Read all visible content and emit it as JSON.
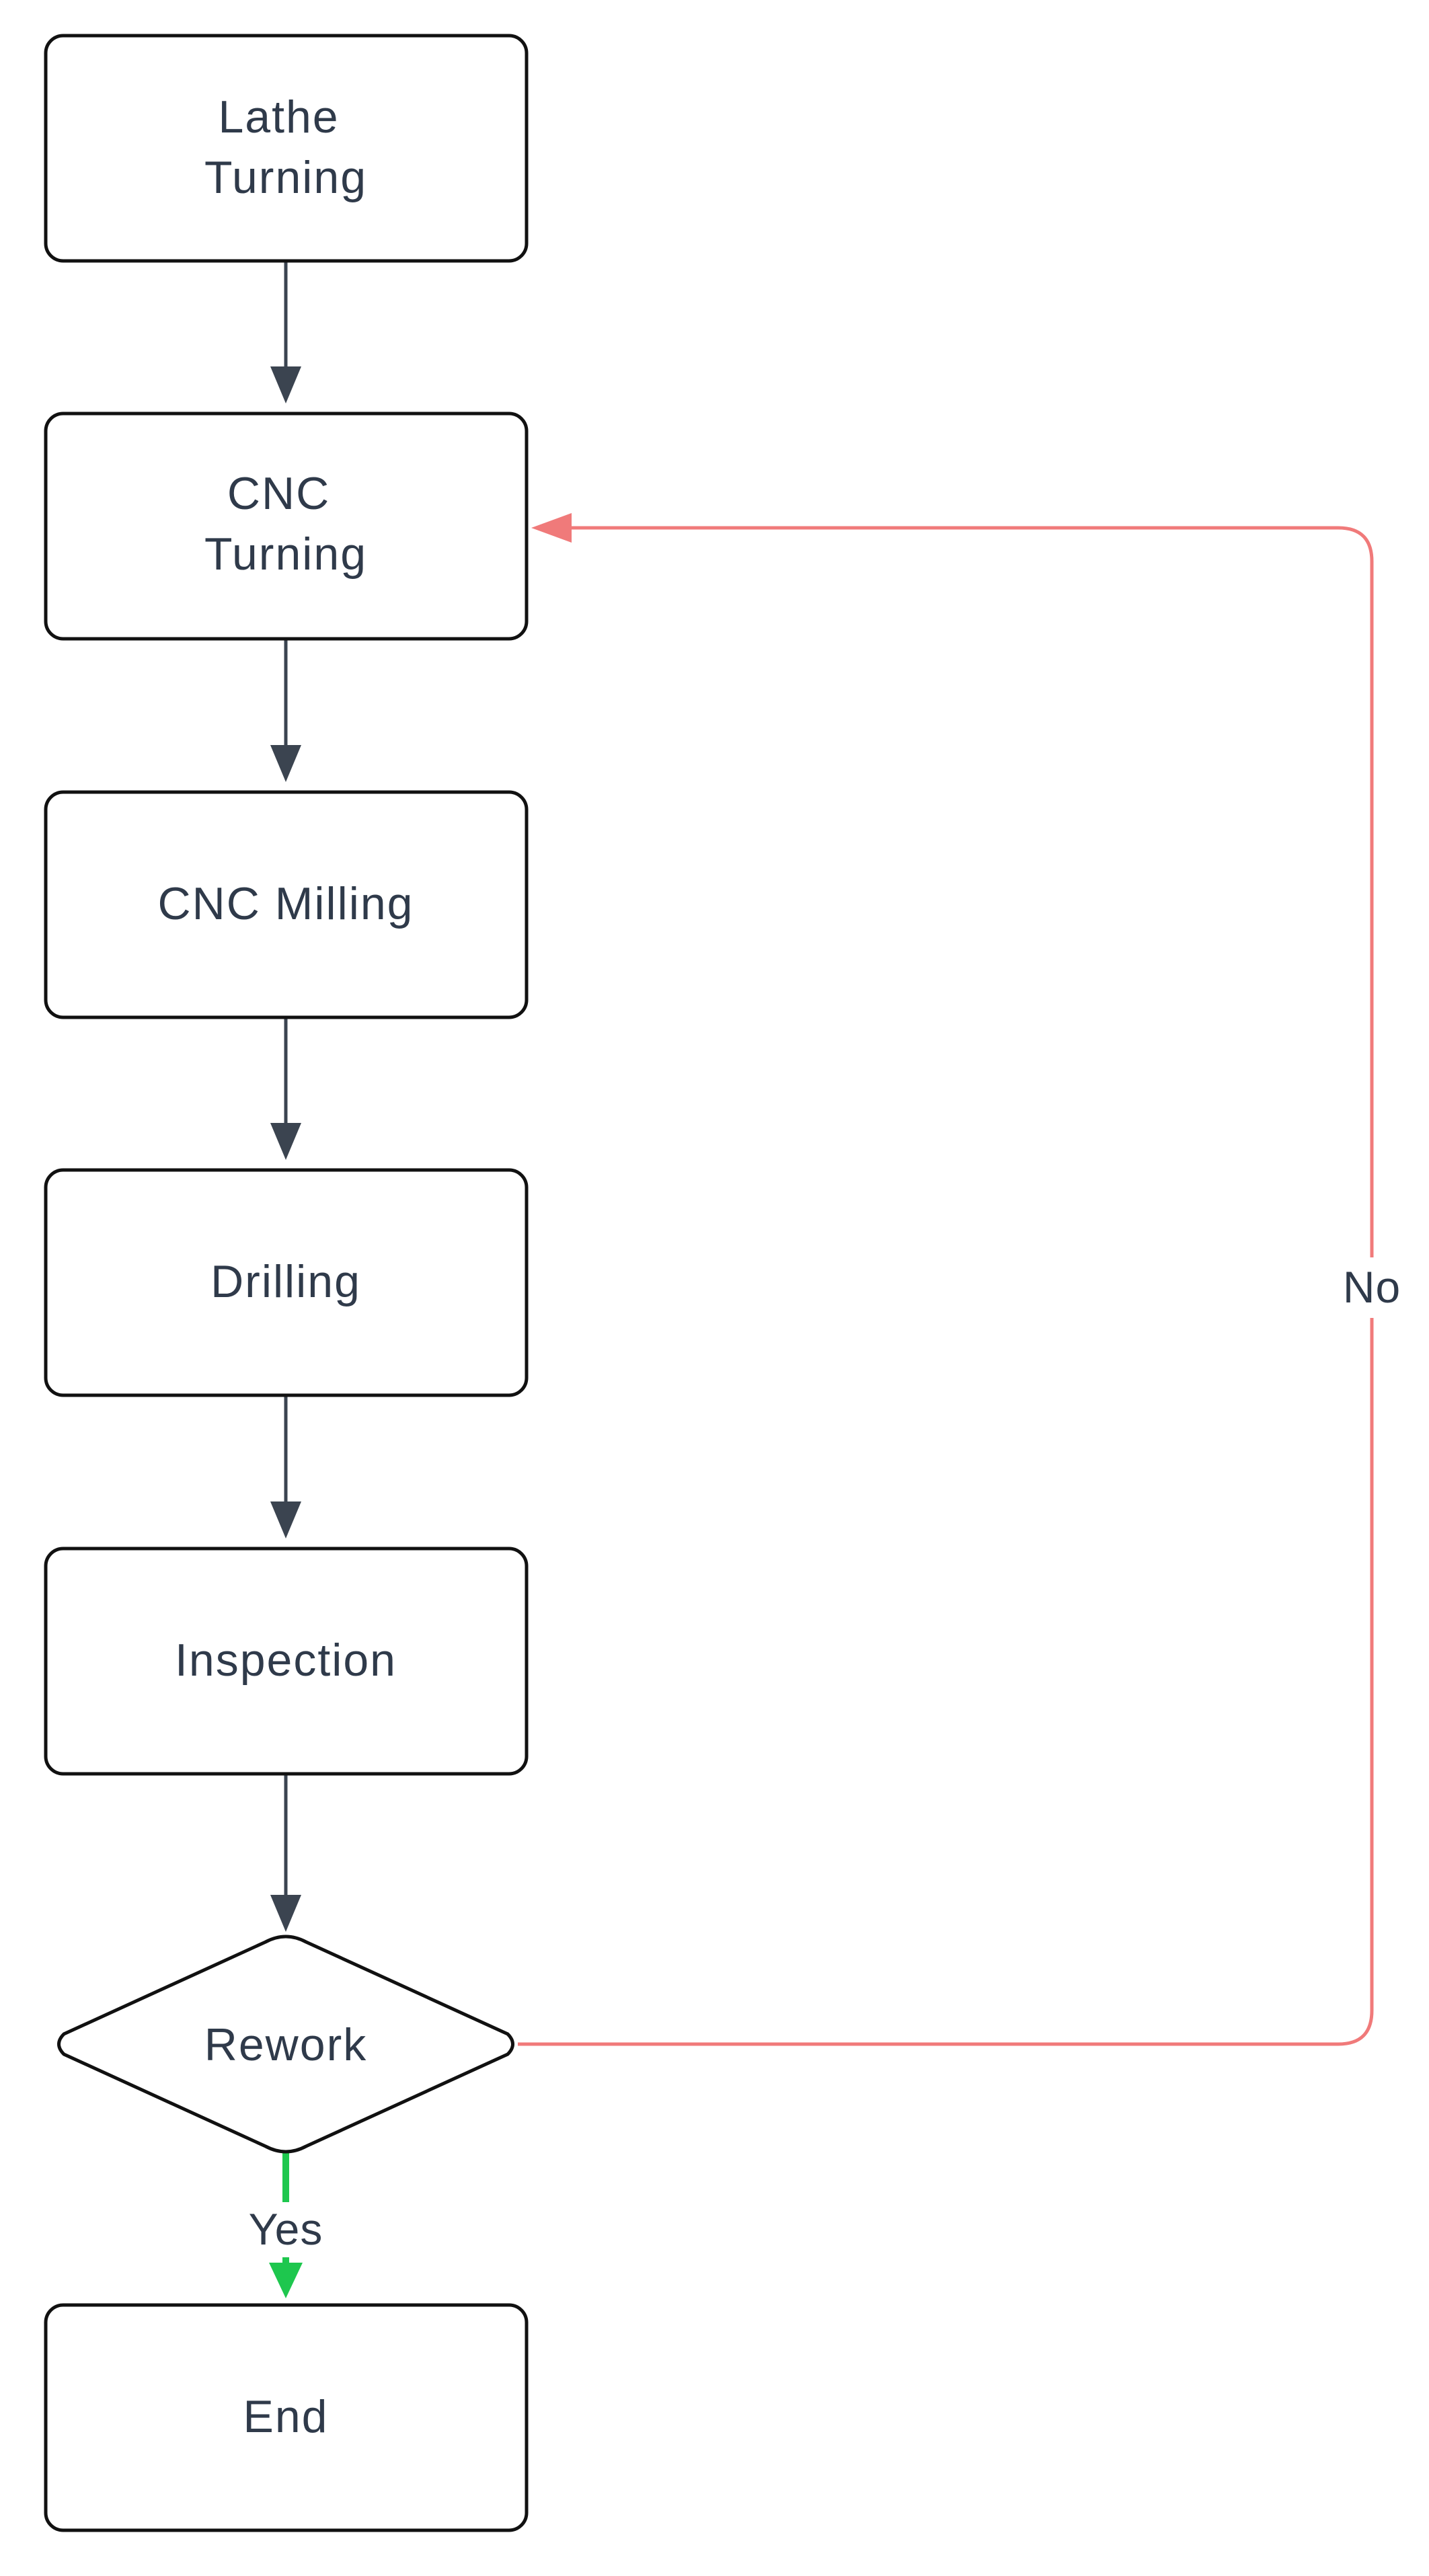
{
  "nodes": {
    "lathe_turning": {
      "lines": [
        "Lathe",
        "Turning"
      ]
    },
    "cnc_turning": {
      "lines": [
        "CNC",
        "Turning"
      ]
    },
    "cnc_milling": {
      "lines": [
        "CNC Milling"
      ]
    },
    "drilling": {
      "lines": [
        "Drilling"
      ]
    },
    "inspection": {
      "lines": [
        "Inspection"
      ]
    },
    "rework": {
      "label": "Rework"
    },
    "end": {
      "lines": [
        "End"
      ]
    }
  },
  "edges": {
    "rework_yes": {
      "label": "Yes",
      "target": "end"
    },
    "rework_no": {
      "label": "No",
      "target": "cnc_turning"
    }
  },
  "colors": {
    "node_stroke": "#111111",
    "node_text": "#2f3a4a",
    "arrow_default": "#3b4450",
    "arrow_yes": "#1ec74e",
    "arrow_no": "#f07a7a"
  }
}
